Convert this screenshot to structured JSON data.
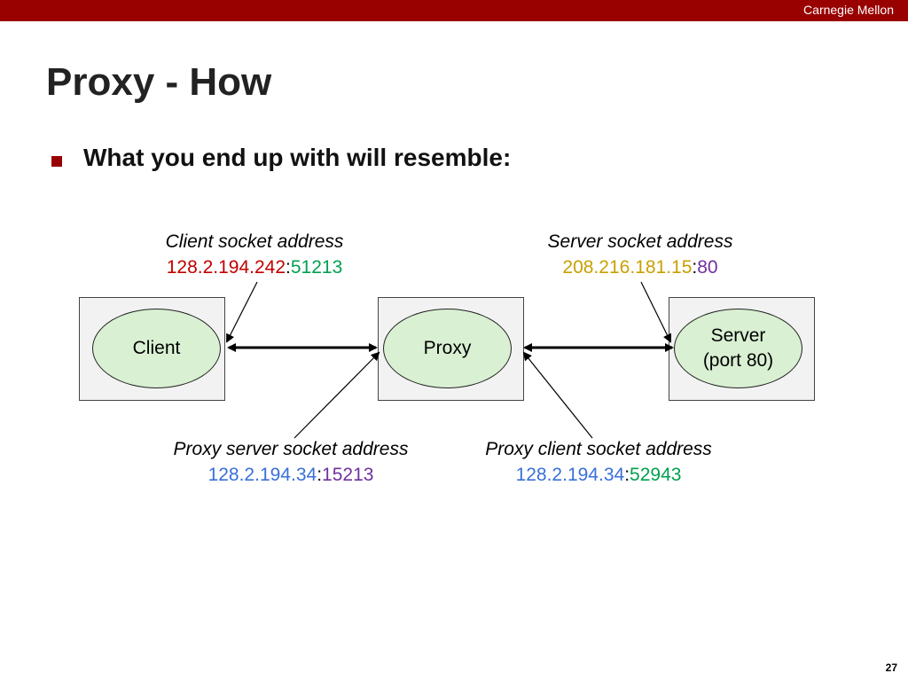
{
  "header": {
    "brand": "Carnegie Mellon"
  },
  "slide": {
    "title": "Proxy - How",
    "bullet": "What you end up with will resemble:",
    "page_number": "27"
  },
  "nodes": {
    "client": {
      "label": "Client"
    },
    "proxy": {
      "label": "Proxy"
    },
    "server": {
      "line1": "Server",
      "line2": "(port 80)"
    }
  },
  "labels": {
    "client_socket": {
      "caption": "Client socket address",
      "ip": "128.2.194.242",
      "sep": ":",
      "port": "51213"
    },
    "server_socket": {
      "caption": "Server socket address",
      "ip": "208.216.181.15",
      "sep": ":",
      "port": "80"
    },
    "proxy_server_socket": {
      "caption": "Proxy server socket address",
      "ip": "128.2.194.34",
      "sep": ":",
      "port": "15213"
    },
    "proxy_client_socket": {
      "caption": "Proxy client socket address",
      "ip": "128.2.194.34",
      "sep": ":",
      "port": "52943"
    }
  },
  "colors": {
    "brand": "#990000",
    "client_ip": "#c00000",
    "server_ip": "#c9a000",
    "proxy_ip": "#3a6fd8",
    "port_green": "#00a050",
    "port_purple": "#7030a0",
    "node_fill": "#d9f0d3",
    "host_fill": "#f2f2f2"
  }
}
